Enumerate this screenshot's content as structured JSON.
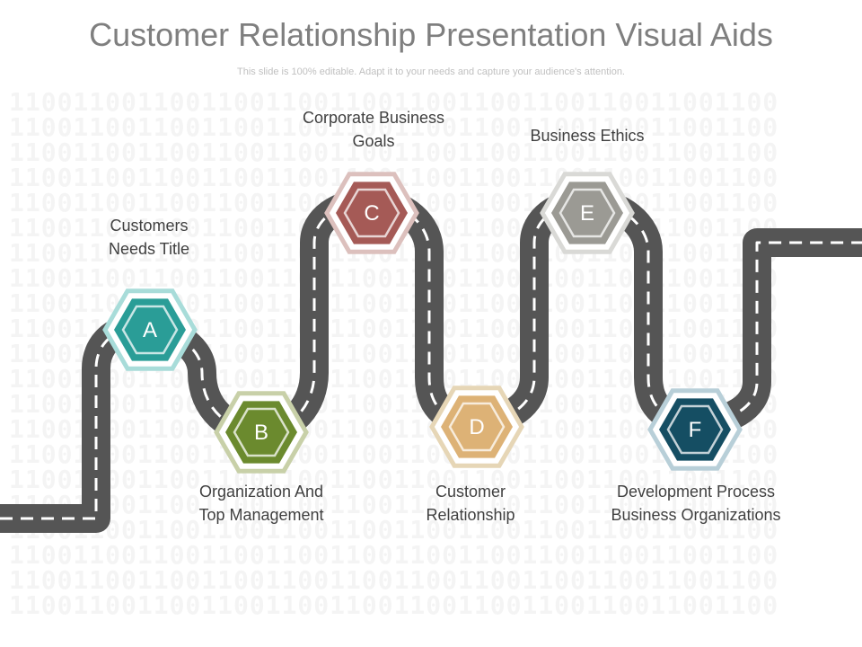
{
  "title": "Customer Relationship Presentation Visual Aids",
  "subtitle": "This slide is 100% editable. Adapt it to your needs and capture your audience's attention.",
  "background_pattern": "1100",
  "stages": [
    {
      "letter": "A",
      "label_line1": "Customers",
      "label_line2": "Needs Title",
      "color": "#2a9d97",
      "ring": "#a8dcd9"
    },
    {
      "letter": "B",
      "label_line1": "Organization And",
      "label_line2": "Top Management",
      "color": "#6b8a2e",
      "ring": "#c8d0a8"
    },
    {
      "letter": "C",
      "label_line1": "Corporate Business",
      "label_line2": "Goals",
      "color": "#a55a56",
      "ring": "#dcc0bd"
    },
    {
      "letter": "D",
      "label_line1": "Customer",
      "label_line2": "Relationship",
      "color": "#ddb276",
      "ring": "#e6d6b6"
    },
    {
      "letter": "E",
      "label_line1": "Business Ethics",
      "label_line2": "",
      "color": "#9b9a94",
      "ring": "#d9d9d6"
    },
    {
      "letter": "F",
      "label_line1": "Development Process",
      "label_line2": "Business Organizations",
      "color": "#154e63",
      "ring": "#b8cfd8"
    }
  ],
  "colors": {
    "road": "#555555",
    "dash": "#ffffff",
    "title": "#7f7f7f",
    "label": "#404040"
  }
}
